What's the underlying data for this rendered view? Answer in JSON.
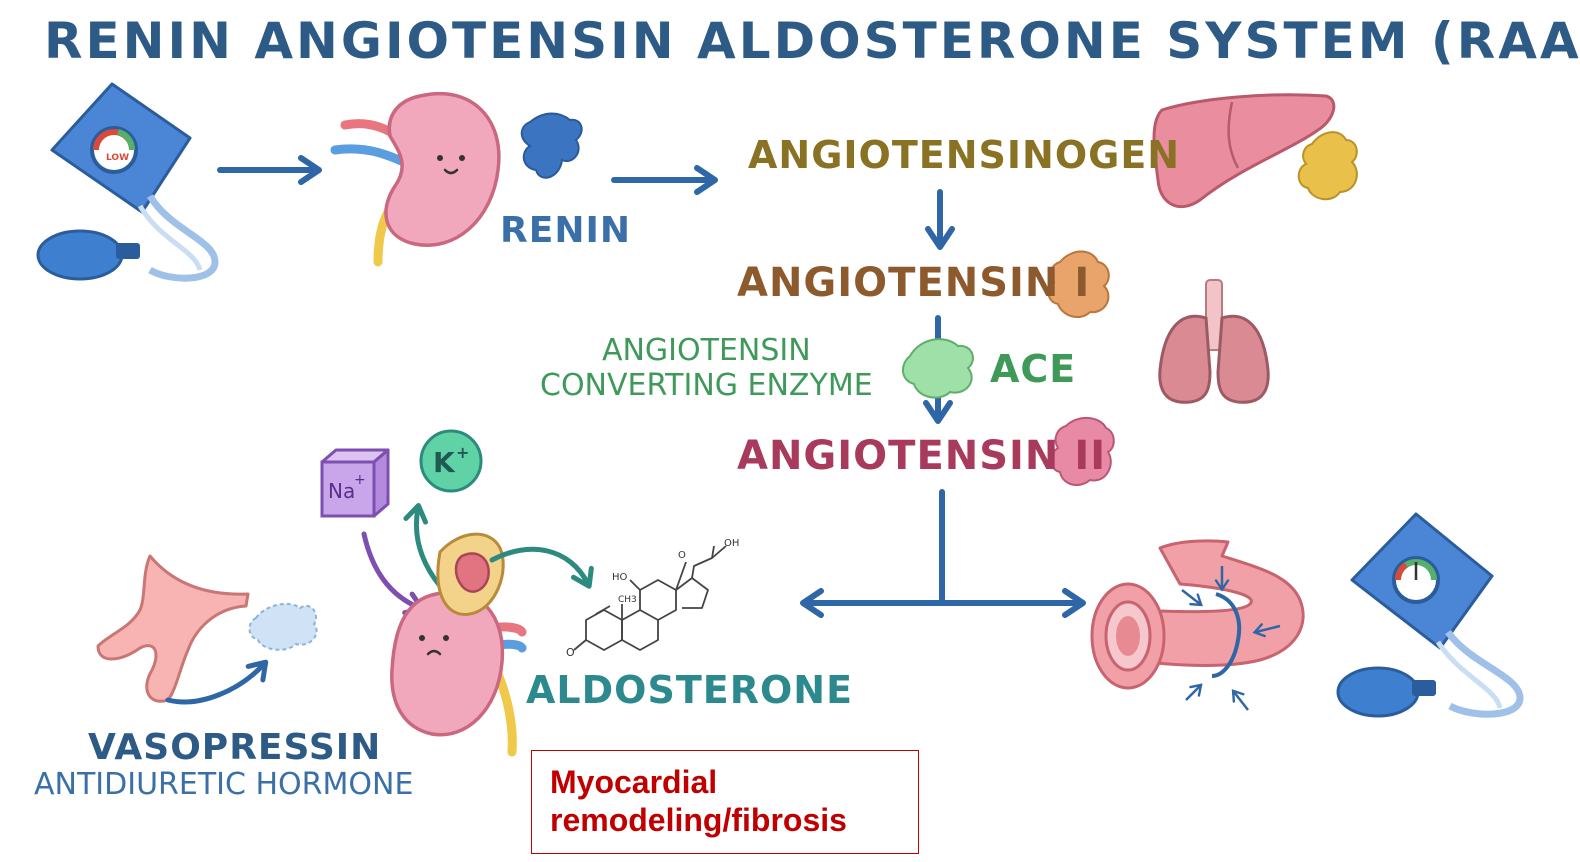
{
  "title": "RENIN ANGIOTENSIN ALDOSTERONE SYSTEM (RAAS)",
  "gauge_label": "LOW",
  "labels": {
    "renin": "RENIN",
    "angiotensinogen": "ANGIOTENSINOGEN",
    "angiotensin_1": "ANGIOTENSIN I",
    "ace_full_line1": "ANGIOTENSIN",
    "ace_full_line2": "CONVERTING ENZYME",
    "ace": "ACE",
    "angiotensin_2": "ANGIOTENSIN II",
    "aldosterone": "ALDOSTERONE",
    "vasopressin": "VASOPRESSIN",
    "adh": "ANTIDIURETIC HORMONE"
  },
  "ions": {
    "sodium": "Na",
    "potassium": "K"
  },
  "molecule": {
    "hydroxy": "HO",
    "methyl": "CH3",
    "terminal_hydroxy": "OH",
    "oxygen": "O"
  },
  "note": {
    "line1": "Myocardial",
    "line2": "remodeling/fibrosis"
  },
  "colors": {
    "title": "#2e5b86",
    "arrow": "#2f66a6",
    "renin_protein": "#3b74c0",
    "angiotensinogen_protein": "#e8c04a",
    "angiotensin_1_protein": "#e8a46a",
    "ace_protein": "#8ed99a",
    "angiotensin_2_protein": "#e88aa6",
    "note_border": "#c00000"
  }
}
